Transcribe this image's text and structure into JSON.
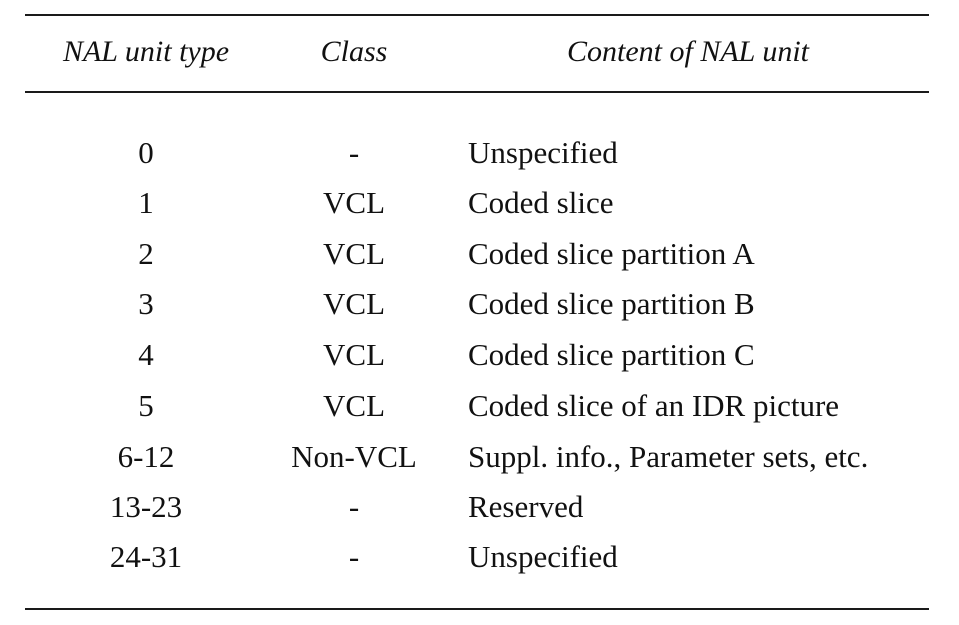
{
  "table": {
    "headers": {
      "type": "NAL unit type",
      "class": "Class",
      "content": "Content of NAL unit"
    },
    "rows": [
      {
        "type": "0",
        "class": "-",
        "content": "Unspecified"
      },
      {
        "type": "1",
        "class": "VCL",
        "content": "Coded slice"
      },
      {
        "type": "2",
        "class": "VCL",
        "content": "Coded slice partition A"
      },
      {
        "type": "3",
        "class": "VCL",
        "content": "Coded slice partition B"
      },
      {
        "type": "4",
        "class": "VCL",
        "content": "Coded slice partition C"
      },
      {
        "type": "5",
        "class": "VCL",
        "content": "Coded slice of an IDR picture"
      },
      {
        "type": "6-12",
        "class": "Non-VCL",
        "content": "Suppl. info., Parameter sets, etc."
      },
      {
        "type": "13-23",
        "class": "-",
        "content": "Reserved"
      },
      {
        "type": "24-31",
        "class": "-",
        "content": "Unspecified"
      }
    ]
  }
}
